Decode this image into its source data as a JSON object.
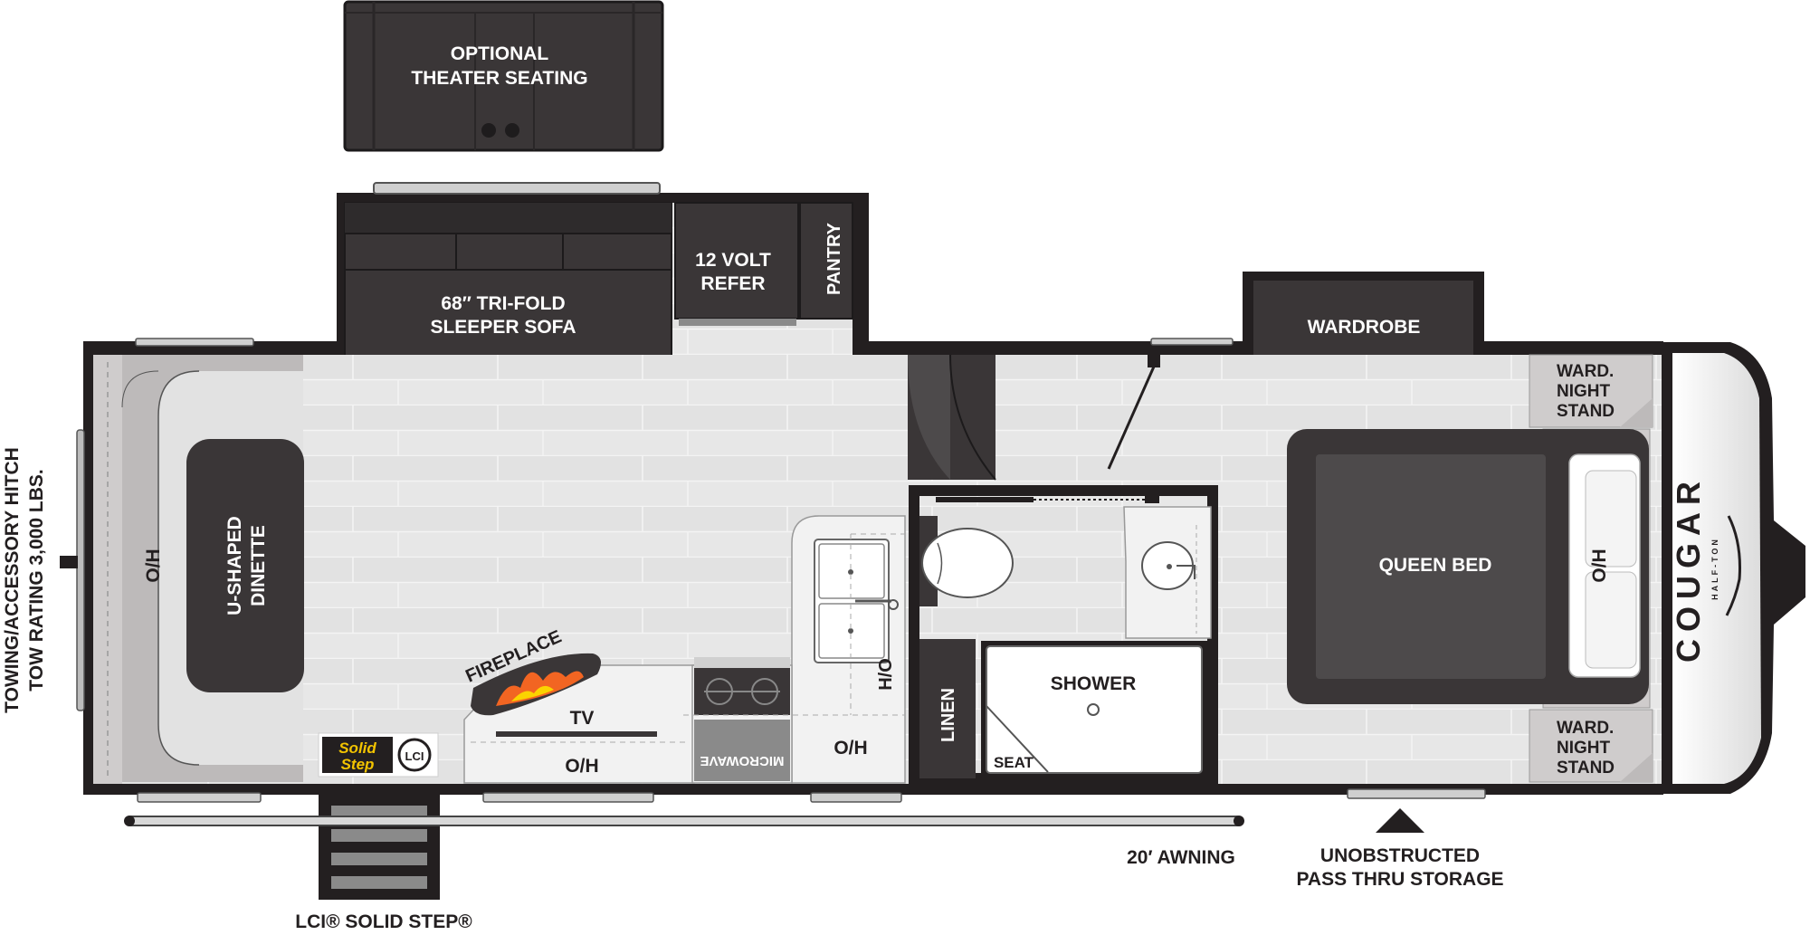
{
  "labels": {
    "optional_line1": "OPTIONAL",
    "optional_line2": "THEATER SEATING",
    "sofa_line1": "68″ TRI-FOLD",
    "sofa_line2": "SLEEPER SOFA",
    "refer_line1": "12 VOLT",
    "refer_line2": "REFER",
    "pantry": "PANTRY",
    "wardrobe": "WARDROBE",
    "ward_ns_top_1": "WARD.",
    "ward_ns_top_2": "NIGHT",
    "ward_ns_top_3": "STAND",
    "ward_ns_bot_1": "WARD.",
    "ward_ns_bot_2": "NIGHT",
    "ward_ns_bot_3": "STAND",
    "queen_bed": "QUEEN BED",
    "bed_oh": "O/H",
    "brand": "COUGAR",
    "brand_sub": "HALF-TON",
    "dinette_oh": "O/H",
    "dinette_line1": "U-SHAPED",
    "dinette_line2": "DINETTE",
    "hitch_line1": "TOWING/ACCESSORY HITCH",
    "hitch_line2": "TOW RATING 3,000 LBS.",
    "fireplace": "FIREPLACE",
    "tv": "TV",
    "tv_oh": "O/H",
    "microwave": "MICROWAVE",
    "kitchen_oh": "O/H",
    "kitchen_ho": "H/O",
    "linen": "LINEN",
    "shower": "SHOWER",
    "seat": "SEAT",
    "solid_line1": "Solid",
    "solid_line2": "Step",
    "lci_logo": "LCI",
    "awning": "20′ AWNING",
    "pass_line1": "UNOBSTRUCTED",
    "pass_line2": "PASS THRU STORAGE",
    "step_caption": "LCI® SOLID STEP®"
  },
  "colors": {
    "wall": "#231f20",
    "furniture_dark": "#3a3637",
    "furniture_mid": "#4d4a4b",
    "floor": "#e6e6e6",
    "counter": "#f2f2f2",
    "dinette_cushion": "#bdbaba",
    "flame": "#f26522"
  }
}
